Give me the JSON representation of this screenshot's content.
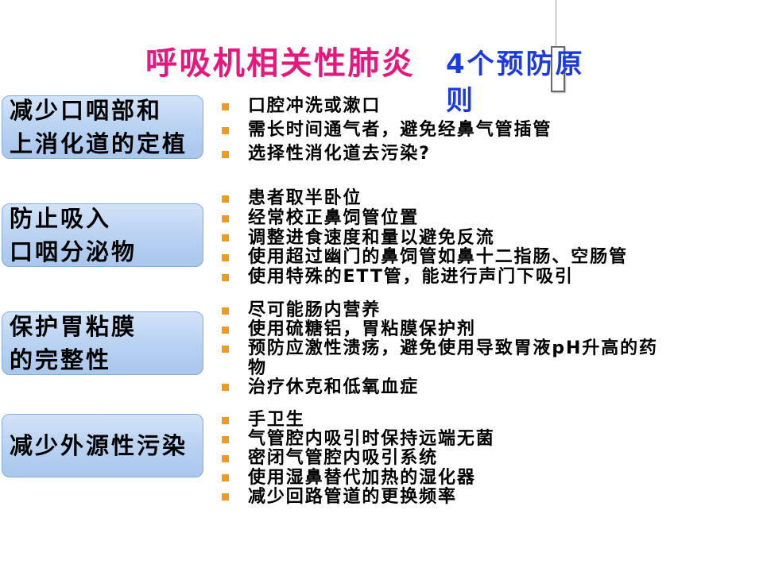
{
  "title": "呼吸机相关性肺炎",
  "subtitle": "4个预防原则",
  "bullet_icon": "orange-square-bullet",
  "colors": {
    "title": "#e8177d",
    "subtitle": "#1c39e6",
    "bullet": "#f39a1e",
    "box_border": "#86aedd"
  },
  "principles": [
    {
      "heading": [
        "减少口咽部和",
        "上消化道的定植"
      ],
      "measures": [
        "口腔冲洗或漱口",
        "需长时间通气者，避免经鼻气管插管",
        "选择性消化道去污染?"
      ]
    },
    {
      "heading": [
        "防止吸入",
        "口咽分泌物"
      ],
      "measures": [
        "患者取半卧位",
        "经常校正鼻饲管位置",
        "调整进食速度和量以避免反流",
        "使用超过幽门的鼻饲管如鼻十二指肠、空肠管",
        "使用特殊的ETT管，能进行声门下吸引"
      ]
    },
    {
      "heading": [
        "保护胃粘膜",
        "的完整性"
      ],
      "measures": [
        "尽可能肠内营养",
        "使用硫糖铝，胃粘膜保护剂",
        "预防应激性溃疡，避免使用导致胃液pH升高的药物",
        "治疗休克和低氧血症"
      ]
    },
    {
      "heading": [
        "减少外源性污染"
      ],
      "measures": [
        "手卫生",
        "气管腔内吸引时保持远端无菌",
        "密闭气管腔内吸引系统",
        "使用湿鼻替代加热的湿化器",
        "减少回路管道的更换频率"
      ]
    }
  ]
}
